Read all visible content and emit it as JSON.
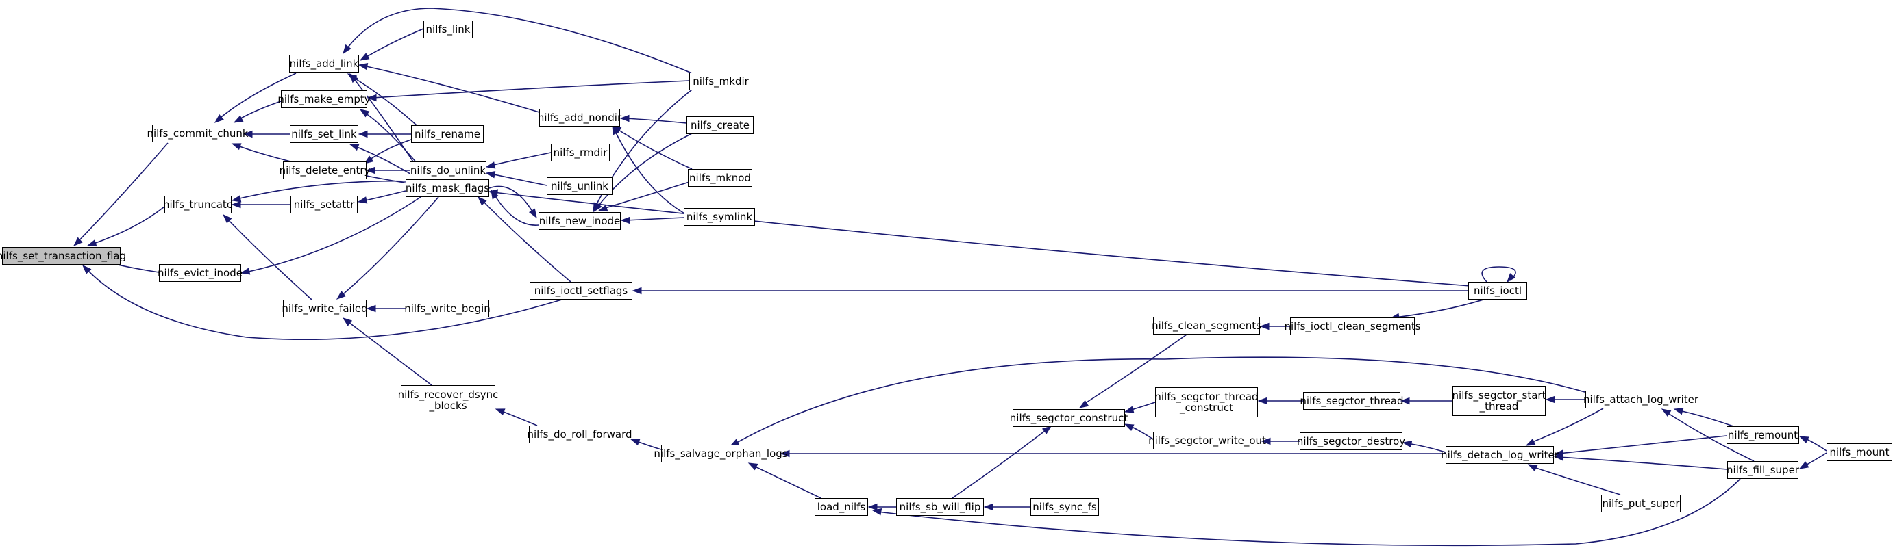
{
  "colors": {
    "edge": "#191970",
    "node_fill": "#ffffff",
    "root_fill": "#bfbfbf",
    "border": "#000000"
  },
  "nodes": {
    "set_transaction_flag": "nilfs_set_transaction_flag",
    "commit_chunk": "nilfs_commit_chunk",
    "truncate": "nilfs_truncate",
    "evict_inode": "nilfs_evict_inode",
    "add_link": "nilfs_add_link",
    "make_empty": "nilfs_make_empty",
    "set_link": "nilfs_set_link",
    "delete_entry": "nilfs_delete_entry",
    "setattr": "nilfs_setattr",
    "write_failed": "nilfs_write_failed",
    "link": "nilfs_link",
    "rename": "nilfs_rename",
    "do_unlink": "nilfs_do_unlink",
    "mask_flags": "nilfs_mask_flags",
    "write_begin": "nilfs_write_begin",
    "recover_dsync_blocks": "nilfs_recover_dsync\n_blocks",
    "add_nondir": "nilfs_add_nondir",
    "rmdir": "nilfs_rmdir",
    "unlink": "nilfs_unlink",
    "new_inode": "nilfs_new_inode",
    "ioctl_setflags": "nilfs_ioctl_setflags",
    "do_roll_forward": "nilfs_do_roll_forward",
    "salvage_orphan_logs": "nilfs_salvage_orphan_logs",
    "mkdir": "nilfs_mkdir",
    "create": "nilfs_create",
    "mknod": "nilfs_mknod",
    "symlink": "nilfs_symlink",
    "load_nilfs": "load_nilfs",
    "sb_will_flip": "nilfs_sb_will_flip",
    "segctor_construct": "nilfs_segctor_construct",
    "sync_fs": "nilfs_sync_fs",
    "clean_segments": "nilfs_clean_segments",
    "segctor_thread_construct": "nilfs_segctor_thread\n_construct",
    "segctor_write_out": "nilfs_segctor_write_out",
    "ioctl_clean_segments": "nilfs_ioctl_clean_segments",
    "segctor_thread": "nilfs_segctor_thread",
    "segctor_destroy": "nilfs_segctor_destroy",
    "segctor_start_thread": "nilfs_segctor_start\n_thread",
    "detach_log_writer": "nilfs_detach_log_writer",
    "ioctl": "nilfs_ioctl",
    "attach_log_writer": "nilfs_attach_log_writer",
    "put_super": "nilfs_put_super",
    "remount": "nilfs_remount",
    "fill_super": "nilfs_fill_super",
    "mount": "nilfs_mount"
  },
  "edges": [
    [
      "commit_chunk",
      "set_transaction_flag"
    ],
    [
      "truncate",
      "set_transaction_flag"
    ],
    [
      "evict_inode",
      "set_transaction_flag"
    ],
    [
      "ioctl_setflags",
      "set_transaction_flag"
    ],
    [
      "add_link",
      "commit_chunk"
    ],
    [
      "make_empty",
      "commit_chunk"
    ],
    [
      "set_link",
      "commit_chunk"
    ],
    [
      "delete_entry",
      "commit_chunk"
    ],
    [
      "setattr",
      "truncate"
    ],
    [
      "write_failed",
      "truncate"
    ],
    [
      "mask_flags",
      "truncate"
    ],
    [
      "mask_flags",
      "evict_inode"
    ],
    [
      "link",
      "add_link"
    ],
    [
      "mkdir",
      "add_link"
    ],
    [
      "add_nondir",
      "add_link"
    ],
    [
      "rename",
      "add_link"
    ],
    [
      "mask_flags",
      "add_link"
    ],
    [
      "mkdir",
      "make_empty"
    ],
    [
      "mask_flags",
      "make_empty"
    ],
    [
      "rename",
      "set_link"
    ],
    [
      "mask_flags",
      "set_link"
    ],
    [
      "do_unlink",
      "delete_entry"
    ],
    [
      "rename",
      "delete_entry"
    ],
    [
      "mask_flags",
      "delete_entry"
    ],
    [
      "mask_flags",
      "setattr"
    ],
    [
      "write_begin",
      "write_failed"
    ],
    [
      "mask_flags",
      "write_failed"
    ],
    [
      "recover_dsync_blocks",
      "write_failed"
    ],
    [
      "rmdir",
      "do_unlink"
    ],
    [
      "unlink",
      "do_unlink"
    ],
    [
      "new_inode",
      "mask_flags"
    ],
    [
      "ioctl_setflags",
      "mask_flags"
    ],
    [
      "ioctl",
      "mask_flags"
    ],
    [
      "mask_flags",
      "new_inode"
    ],
    [
      "create",
      "add_nondir"
    ],
    [
      "mknod",
      "add_nondir"
    ],
    [
      "symlink",
      "add_nondir"
    ],
    [
      "mkdir",
      "new_inode"
    ],
    [
      "create",
      "new_inode"
    ],
    [
      "mknod",
      "new_inode"
    ],
    [
      "symlink",
      "new_inode"
    ],
    [
      "ioctl",
      "ioctl_setflags"
    ],
    [
      "do_roll_forward",
      "recover_dsync_blocks"
    ],
    [
      "salvage_orphan_logs",
      "do_roll_forward"
    ],
    [
      "load_nilfs",
      "salvage_orphan_logs"
    ],
    [
      "detach_log_writer",
      "salvage_orphan_logs"
    ],
    [
      "attach_log_writer",
      "salvage_orphan_logs"
    ],
    [
      "sb_will_flip",
      "load_nilfs"
    ],
    [
      "fill_super",
      "load_nilfs"
    ],
    [
      "sync_fs",
      "sb_will_flip"
    ],
    [
      "sb_will_flip",
      "segctor_construct"
    ],
    [
      "clean_segments",
      "segctor_construct"
    ],
    [
      "segctor_thread_construct",
      "segctor_construct"
    ],
    [
      "segctor_write_out",
      "segctor_construct"
    ],
    [
      "ioctl_clean_segments",
      "clean_segments"
    ],
    [
      "segctor_thread",
      "segctor_thread_construct"
    ],
    [
      "segctor_destroy",
      "segctor_write_out"
    ],
    [
      "ioctl",
      "ioctl_clean_segments"
    ],
    [
      "segctor_start_thread",
      "segctor_thread"
    ],
    [
      "detach_log_writer",
      "segctor_destroy"
    ],
    [
      "attach_log_writer",
      "segctor_start_thread"
    ],
    [
      "remount",
      "detach_log_writer"
    ],
    [
      "fill_super",
      "detach_log_writer"
    ],
    [
      "put_super",
      "detach_log_writer"
    ],
    [
      "attach_log_writer",
      "detach_log_writer"
    ],
    [
      "remount",
      "attach_log_writer"
    ],
    [
      "fill_super",
      "attach_log_writer"
    ],
    [
      "mount",
      "remount"
    ],
    [
      "mount",
      "fill_super"
    ],
    [
      "ioctl",
      "ioctl"
    ]
  ]
}
